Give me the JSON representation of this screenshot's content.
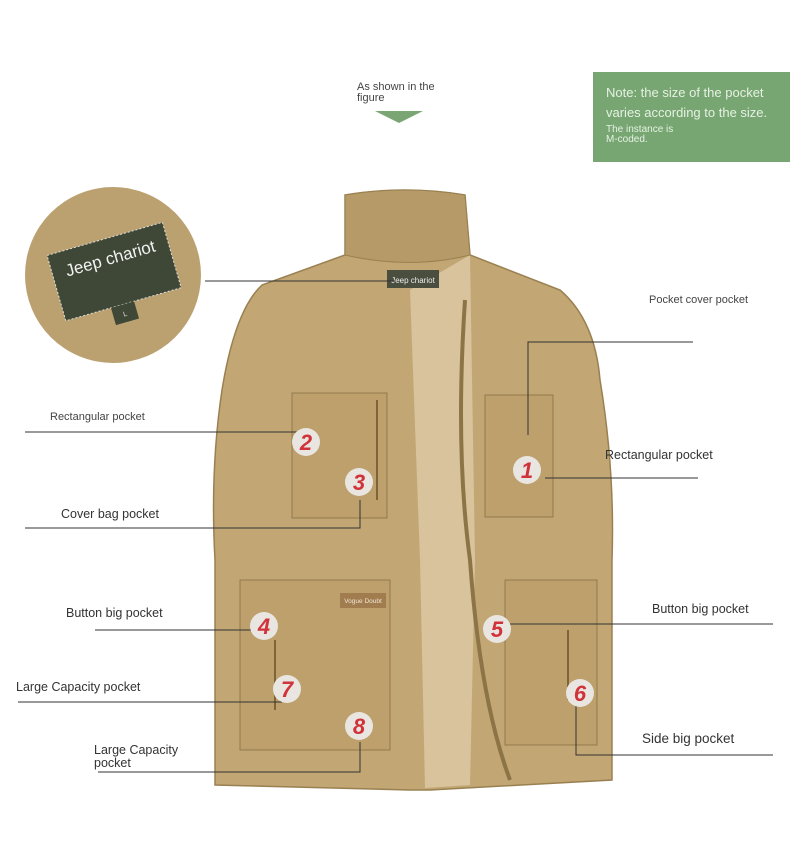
{
  "header_hint": {
    "text": "As shown in the figure",
    "arrow_color": "#7aa673"
  },
  "note": {
    "main": "Note: the size of the pocket varies according to the size.",
    "sub": "The instance is\nM-coded.",
    "color": "#77a672"
  },
  "tag": {
    "brand": "Jeep chariot",
    "size": "L",
    "chest_badge": "Vogue Doubt"
  },
  "callouts": {
    "pocket_cover": "Pocket cover pocket",
    "rect_left": "Rectangular pocket",
    "rect_right": "Rectangular pocket",
    "cover_bag": "Cover bag pocket",
    "button_left": "Button big pocket",
    "button_right": "Button big pocket",
    "large_left": "Large Capacity pocket",
    "side_big": "Side big pocket",
    "large_bottom": "Large Capacity pocket"
  },
  "markers": [
    "1",
    "2",
    "3",
    "4",
    "5",
    "6",
    "7",
    "8"
  ],
  "colors": {
    "vest": "#c2a775",
    "vest_dark": "#a88d5c",
    "marker_text": "#d0343a"
  }
}
